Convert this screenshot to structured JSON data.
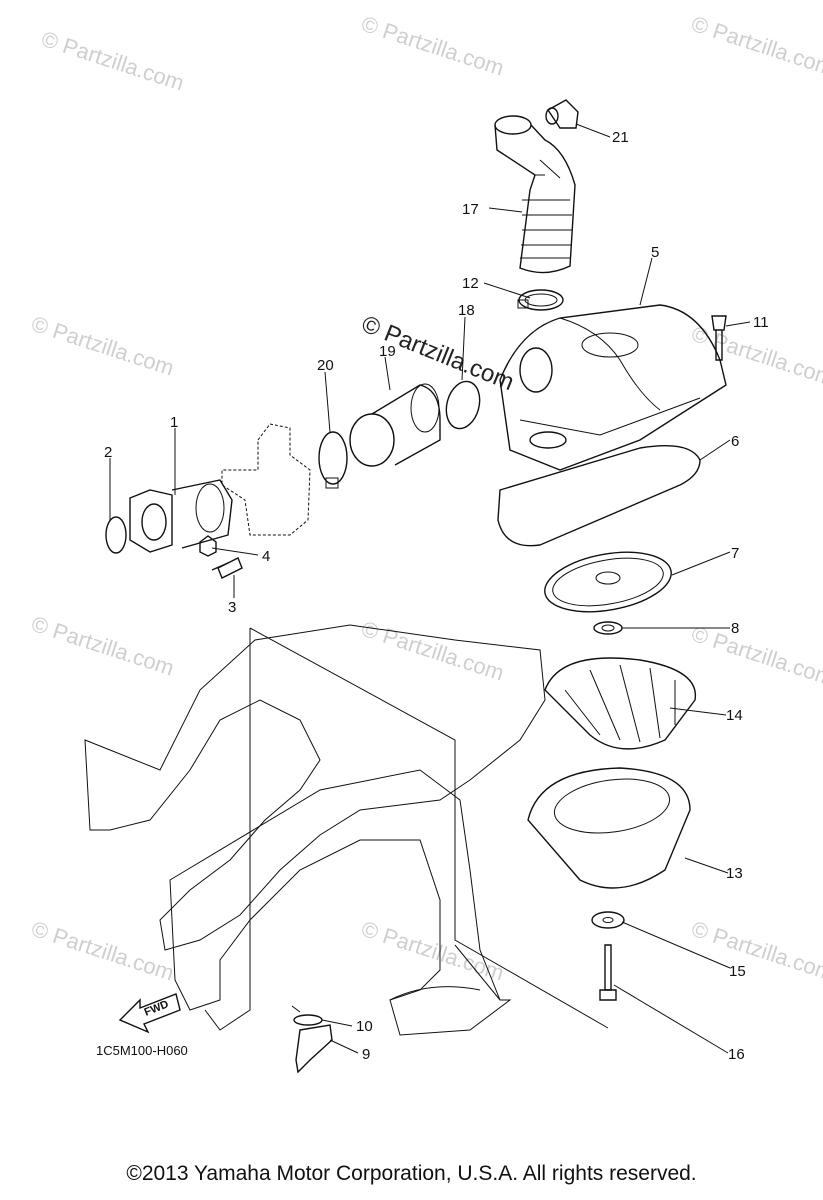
{
  "diagram": {
    "code": "1C5M100-H060",
    "fwd_label": "FWD",
    "copyright": "©2013  Yamaha Motor Corporation, U.S.A. All rights reserved.",
    "watermark": "© Partzilla.com",
    "watermark_center": "© Partzilla.com",
    "callouts": [
      {
        "id": "c1",
        "text": "1"
      },
      {
        "id": "c2",
        "text": "2"
      },
      {
        "id": "c3",
        "text": "3"
      },
      {
        "id": "c4",
        "text": "4"
      },
      {
        "id": "c5",
        "text": "5"
      },
      {
        "id": "c6",
        "text": "6"
      },
      {
        "id": "c7",
        "text": "7"
      },
      {
        "id": "c8",
        "text": "8"
      },
      {
        "id": "c9",
        "text": "9"
      },
      {
        "id": "c10",
        "text": "10"
      },
      {
        "id": "c11",
        "text": "11"
      },
      {
        "id": "c12",
        "text": "12"
      },
      {
        "id": "c13",
        "text": "13"
      },
      {
        "id": "c14",
        "text": "14"
      },
      {
        "id": "c15",
        "text": "15"
      },
      {
        "id": "c16",
        "text": "16"
      },
      {
        "id": "c17",
        "text": "17"
      },
      {
        "id": "c18",
        "text": "18"
      },
      {
        "id": "c19",
        "text": "19"
      },
      {
        "id": "c20",
        "text": "20"
      },
      {
        "id": "c21",
        "text": "21"
      }
    ]
  }
}
